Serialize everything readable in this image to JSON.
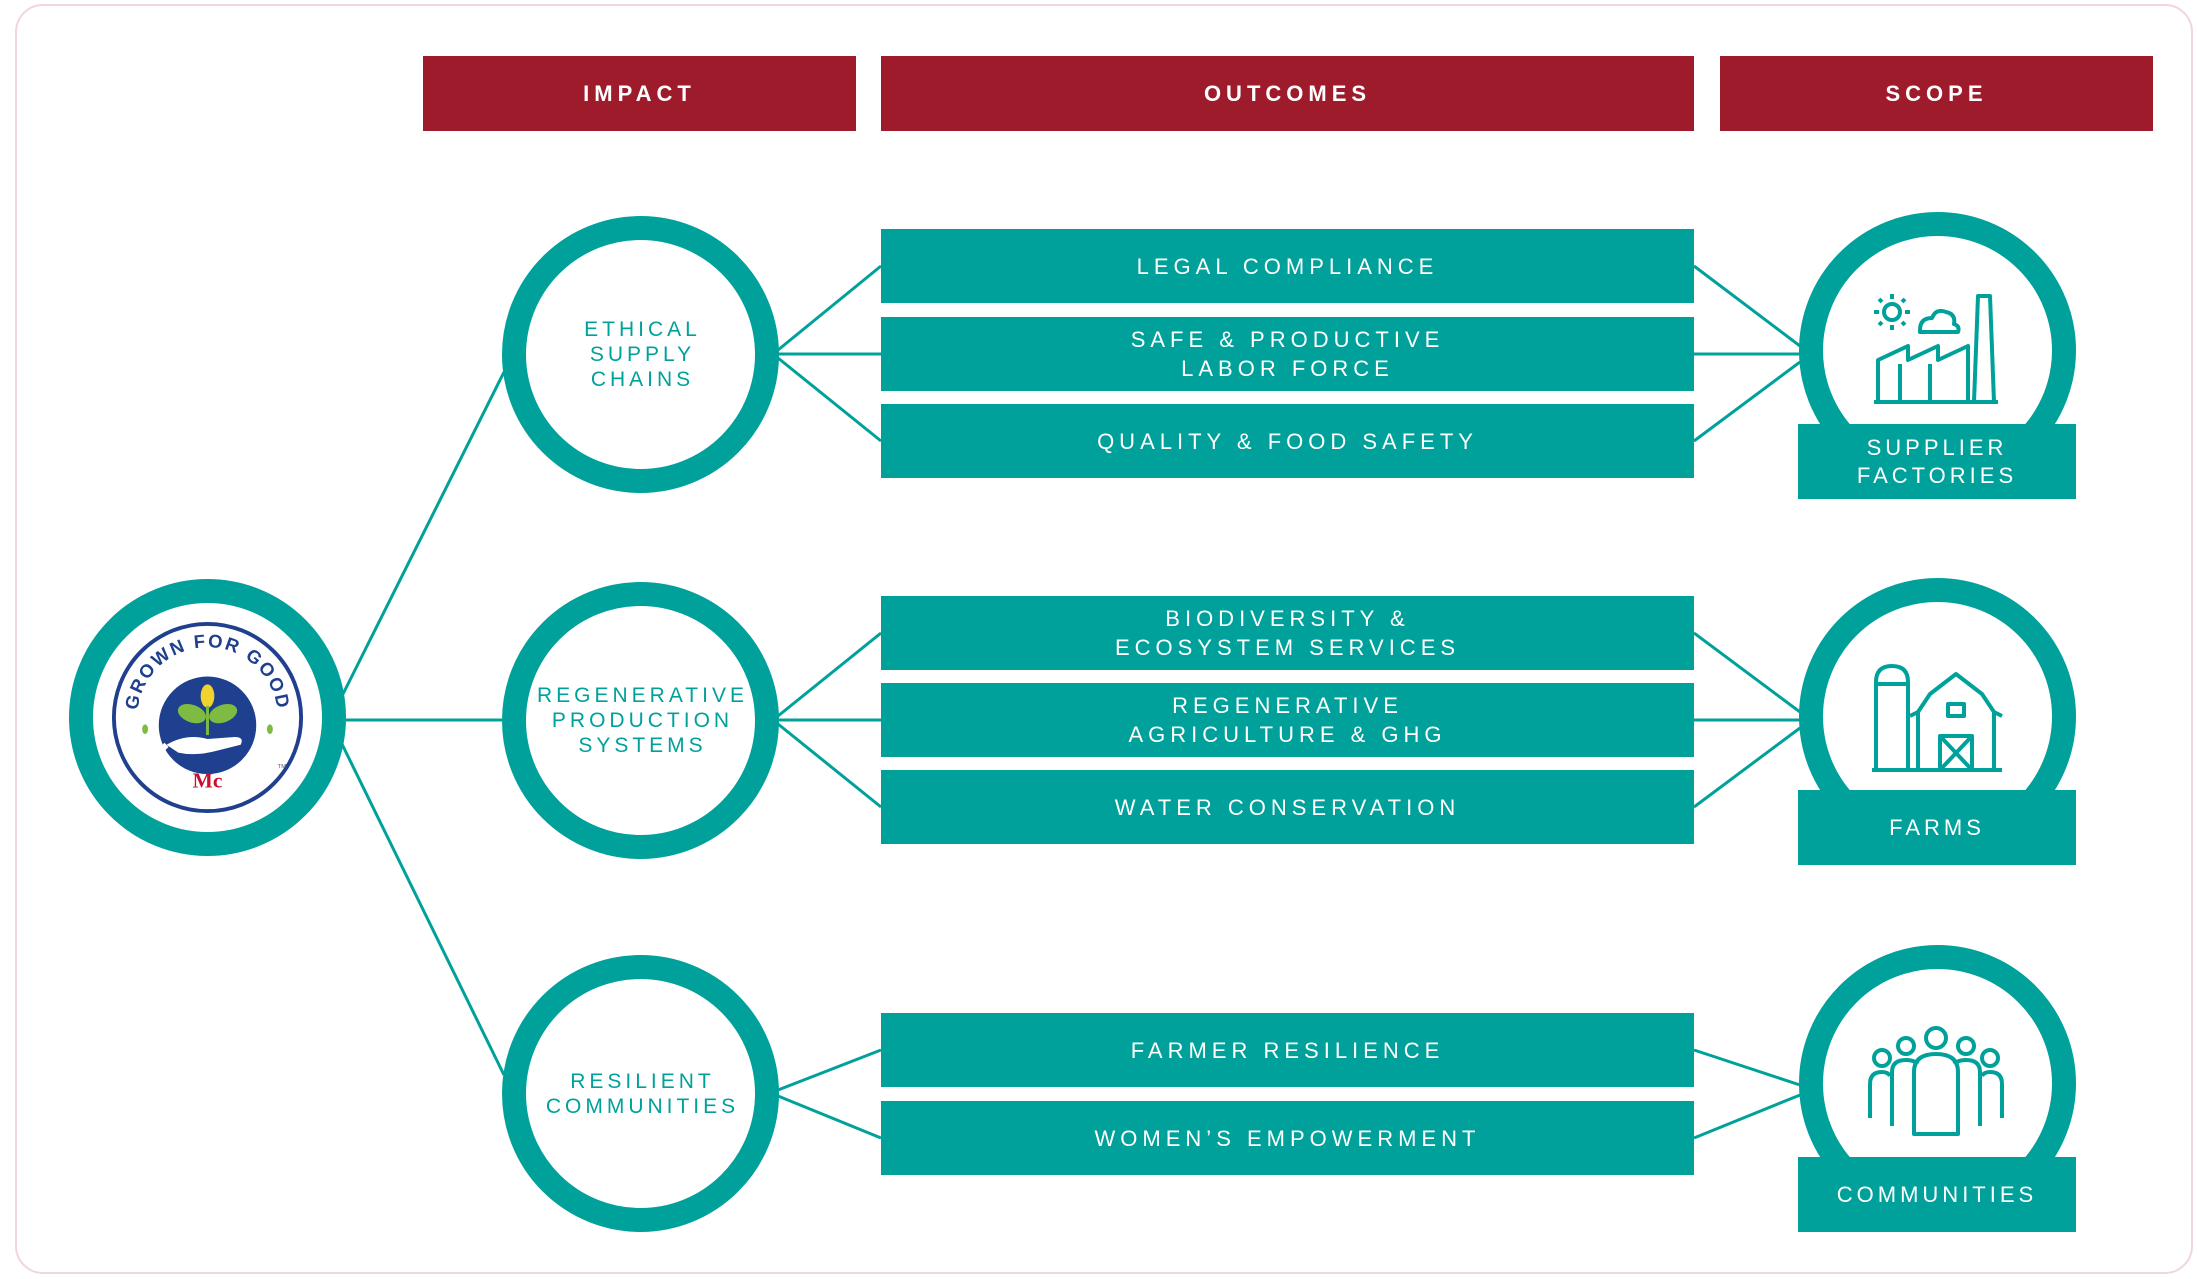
{
  "colors": {
    "header": "#9e1b2c",
    "teal": "#00a19b",
    "frame": "#f1d6da"
  },
  "headers": {
    "impact": "IMPACT",
    "outcomes": "OUTCOMES",
    "scope": "SCOPE"
  },
  "logo": {
    "arc_text": "GROWN FOR GOOD",
    "brand_mark": "Mc",
    "trademark": "TM",
    "icon": "hand-holding-sprout-icon"
  },
  "impact": [
    {
      "label": "ETHICAL\nSUPPLY\nCHAINS"
    },
    {
      "label": "REGENERATIVE\nPRODUCTION\nSYSTEMS"
    },
    {
      "label": "RESILIENT\nCOMMUNITIES"
    }
  ],
  "outcomes": [
    "LEGAL COMPLIANCE",
    "SAFE & PRODUCTIVE\nLABOR FORCE",
    "QUALITY & FOOD SAFETY",
    "BIODIVERSITY &\nECOSYSTEM SERVICES",
    "REGENERATIVE\nAGRICULTURE & GHG",
    "WATER CONSERVATION",
    "FARMER RESILIENCE",
    "WOMEN’S EMPOWERMENT"
  ],
  "scope": [
    {
      "label": "SUPPLIER\nFACTORIES",
      "icon": "factory-icon"
    },
    {
      "label": "FARMS",
      "icon": "barn-icon"
    },
    {
      "label": "COMMUNITIES",
      "icon": "people-group-icon"
    }
  ]
}
